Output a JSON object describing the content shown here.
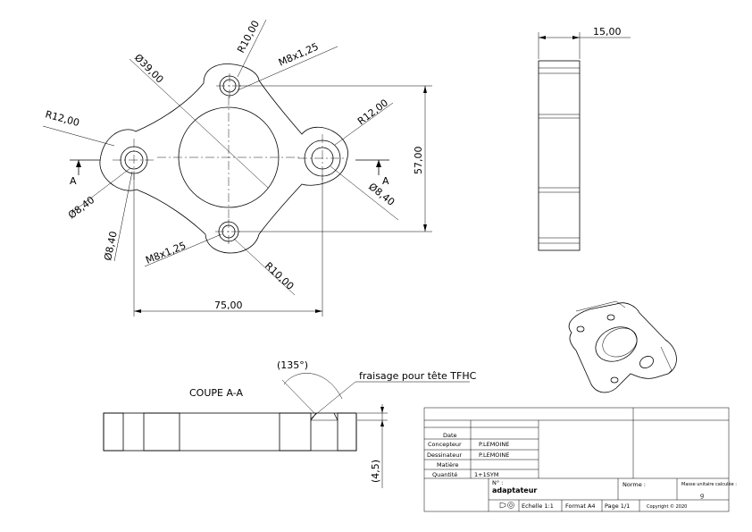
{
  "dims": {
    "r10_top": "R10,00",
    "m8_top": "M8x1,25",
    "d39": "Ø39,00",
    "r12_left": "R12,00",
    "r12_right": "R12,00",
    "d8_left_a": "Ø8,40",
    "d8_left_b": "Ø8,40",
    "d8_right": "Ø8,40",
    "m8_bottom": "M8x1,25",
    "r10_bottom": "R10,00",
    "w75": "75,00",
    "h57": "57,00",
    "t15": "15,00",
    "depth": "(4,5)",
    "angle": "(135°)",
    "section_a_left": "A",
    "section_a_right": "A"
  },
  "labels": {
    "coupe": "COUPE A-A",
    "fraisage": "fraisage pour tête TFHC"
  },
  "title_block": {
    "rows": [
      {
        "label": "Date",
        "value": ""
      },
      {
        "label": "Concepteur",
        "value": "P.LEMOINE"
      },
      {
        "label": "Dessinateur",
        "value": "P.LEMOINE"
      },
      {
        "label": "Matière",
        "value": ""
      },
      {
        "label": "Quantité",
        "value": "1+1SYM"
      }
    ],
    "no_label": "N° :",
    "part_name": "adaptateur",
    "norme": "Norme :",
    "mass_label": "Masse unitaire calculée :",
    "mass_unit": "g",
    "scale": "Echelle 1:1",
    "format": "Format A4",
    "page": "Page 1/1",
    "copyright": "Copyright © 2020"
  }
}
